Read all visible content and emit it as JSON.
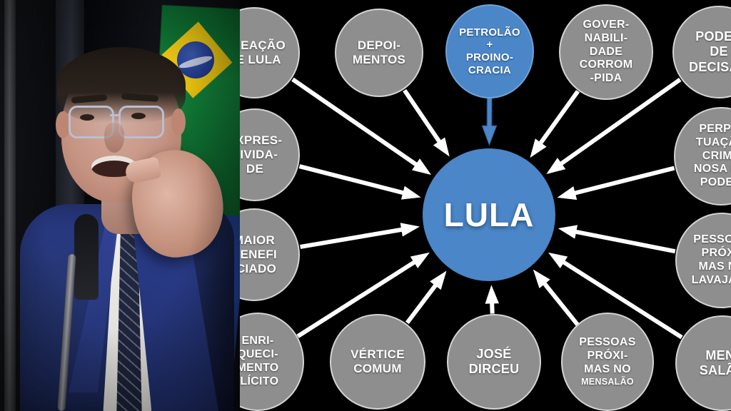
{
  "photo": {
    "alt_description": "Man in blue suit with glasses speaking at a podium microphone, pointing forward, Brazilian flag behind",
    "subject_role": "speaker",
    "flag": "brazil-flag"
  },
  "diagram": {
    "background_color": "#000000",
    "node_fill": "#8e8e8e",
    "node_border": "#d4d4d4",
    "accent_color": "#4a86c8",
    "arrow_color": "#ffffff",
    "accent_arrow_color": "#4a86c8",
    "center": {
      "label": "LULA",
      "color": "#4a86c8"
    },
    "nodes": [
      {
        "id": "criacao-de-lula",
        "label": "CREAÇÃO\nDE LULA",
        "color": "#8e8e8e",
        "font_size": 17
      },
      {
        "id": "depoimentos",
        "label": "DEPOI-\nMENTOS",
        "color": "#8e8e8e",
        "font_size": 17
      },
      {
        "id": "petrolao-proinocracia",
        "label": "PETROLÃO\n+\nPROINO-\nCRACIA",
        "color": "#4a86c8",
        "font_size": 15
      },
      {
        "id": "governabilidade-corrompida",
        "label": "GOVER-\nNABILI-\nDADE\nCORROM\n-PIDA",
        "color": "#8e8e8e",
        "font_size": 16
      },
      {
        "id": "poder-de-decisao",
        "label": "PODER\nDE\nDECISÃO",
        "color": "#8e8e8e",
        "font_size": 18
      },
      {
        "id": "expressividade",
        "label": "EXPRES-\nSIVIDA-\nDE",
        "color": "#8e8e8e",
        "font_size": 17
      },
      {
        "id": "perpetuacao-criminosa",
        "label": "PERPE-\nTUAÇÃO\nCRIMI-\nNOSA NO\nPODER",
        "color": "#8e8e8e",
        "font_size": 16
      },
      {
        "id": "maior-beneficiado",
        "label": "MAIOR\nBENEFI\n-CIADO",
        "color": "#8e8e8e",
        "font_size": 17
      },
      {
        "id": "pessoas-proximas-lavajato",
        "label": "PESSOAS\nPRÓXI-\nMAS NA\nLAVAJATO",
        "color": "#8e8e8e",
        "font_size": 16
      },
      {
        "id": "enriquecimento-ilicito",
        "label": "ENRI-\nQUECI-\nMENTO\nILÍCITO",
        "color": "#8e8e8e",
        "font_size": 16
      },
      {
        "id": "vertice-comum",
        "label": "VÉRTICE\nCOMUM",
        "color": "#8e8e8e",
        "font_size": 17
      },
      {
        "id": "jose-dirceu",
        "label": "JOSÉ\nDIRCEU",
        "color": "#8e8e8e",
        "font_size": 18
      },
      {
        "id": "pessoas-proximas-mensalao",
        "label": "PESSOAS\nPRÓXI-\nMAS NO",
        "label_small": "MENSALÃO",
        "color": "#8e8e8e",
        "font_size": 16
      },
      {
        "id": "mensalao",
        "label": "MEN-\nSALÃO",
        "color": "#8e8e8e",
        "font_size": 18
      }
    ],
    "arrows": [
      {
        "from": "criacao-de-lula",
        "to": "center",
        "color": "#ffffff"
      },
      {
        "from": "depoimentos",
        "to": "center",
        "color": "#ffffff"
      },
      {
        "from": "petrolao-proinocracia",
        "to": "center",
        "color": "#4a86c8"
      },
      {
        "from": "governabilidade-corrompida",
        "to": "center",
        "color": "#ffffff"
      },
      {
        "from": "poder-de-decisao",
        "to": "center",
        "color": "#ffffff"
      },
      {
        "from": "expressividade",
        "to": "center",
        "color": "#ffffff"
      },
      {
        "from": "perpetuacao-criminosa",
        "to": "center",
        "color": "#ffffff"
      },
      {
        "from": "maior-beneficiado",
        "to": "center",
        "color": "#ffffff"
      },
      {
        "from": "pessoas-proximas-lavajato",
        "to": "center",
        "color": "#ffffff"
      },
      {
        "from": "enriquecimento-ilicito",
        "to": "center",
        "color": "#ffffff"
      },
      {
        "from": "vertice-comum",
        "to": "center",
        "color": "#ffffff"
      },
      {
        "from": "jose-dirceu",
        "to": "center",
        "color": "#ffffff"
      },
      {
        "from": "pessoas-proximas-mensalao",
        "to": "center",
        "color": "#ffffff"
      },
      {
        "from": "mensalao",
        "to": "center",
        "color": "#ffffff"
      }
    ]
  }
}
